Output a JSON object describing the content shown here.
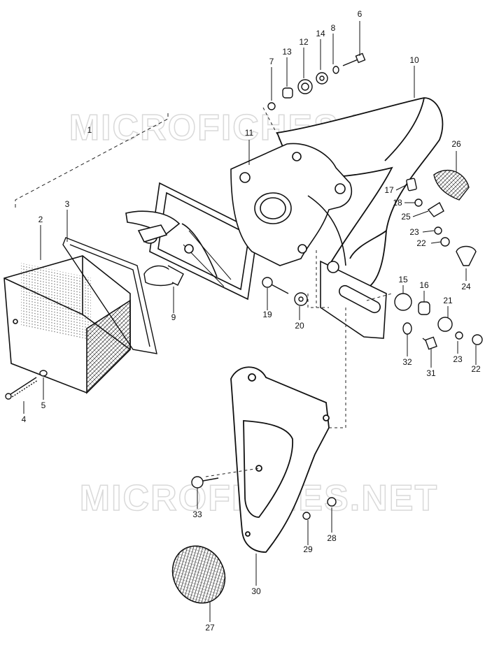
{
  "watermark": {
    "text": "MICROFICHES.NET"
  },
  "callouts": {
    "c1": "1",
    "c2": "2",
    "c3": "3",
    "c4": "4",
    "c5": "5",
    "c6": "6",
    "c7": "7",
    "c8": "8",
    "c9": "9",
    "c10": "10",
    "c11": "11",
    "c12": "12",
    "c13": "13",
    "c14": "14",
    "c15": "15",
    "c16": "16",
    "c17": "17",
    "c18": "18",
    "c19": "19",
    "c20": "20",
    "c21": "21",
    "c22a": "22",
    "c22b": "22",
    "c23a": "23",
    "c23b": "23",
    "c24": "24",
    "c25": "25",
    "c26": "26",
    "c27": "27",
    "c28": "28",
    "c29": "29",
    "c30": "30",
    "c31": "31",
    "c32": "32",
    "c33": "33"
  }
}
